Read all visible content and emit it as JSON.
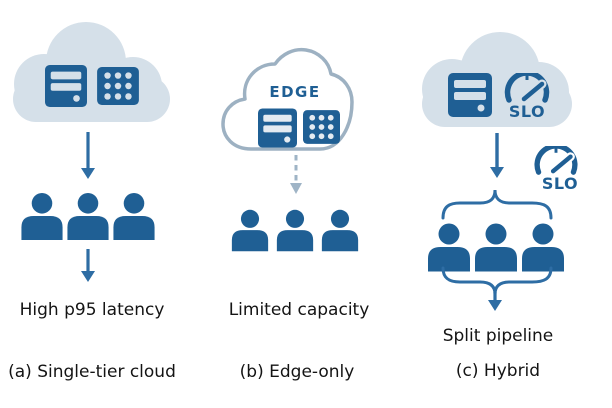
{
  "diagram": {
    "columns": [
      {
        "id": "a",
        "cloud_text": "",
        "cloud_icons": [
          "server-icon",
          "app-grid-icon"
        ],
        "arrow_style": "solid",
        "users": 3,
        "issue": "High p95 latency",
        "caption": "(a) Single-tier cloud"
      },
      {
        "id": "b",
        "cloud_text": "EDGE",
        "cloud_icons": [
          "server-icon",
          "app-grid-icon"
        ],
        "arrow_style": "dashed",
        "users": 3,
        "issue": "Limited capacity",
        "caption": "(b) Edge-only"
      },
      {
        "id": "c",
        "cloud_text": "SLO",
        "mid_gauge_text": "SLO",
        "cloud_icons": [
          "server-icon",
          "gauge-icon"
        ],
        "arrow_style": "solid",
        "users": 3,
        "issue": "Split pipeline",
        "caption": "(c) Hybrid"
      }
    ],
    "colors": {
      "icon_blue": "#1f5f94",
      "arrow_blue": "#2e6da4",
      "cloud_fill": "#d5e0e9",
      "cloud_outline": "#9db1c2",
      "muted_arrow": "#9fb4c6",
      "label_text": "#141414",
      "background": "#ffffff"
    }
  }
}
